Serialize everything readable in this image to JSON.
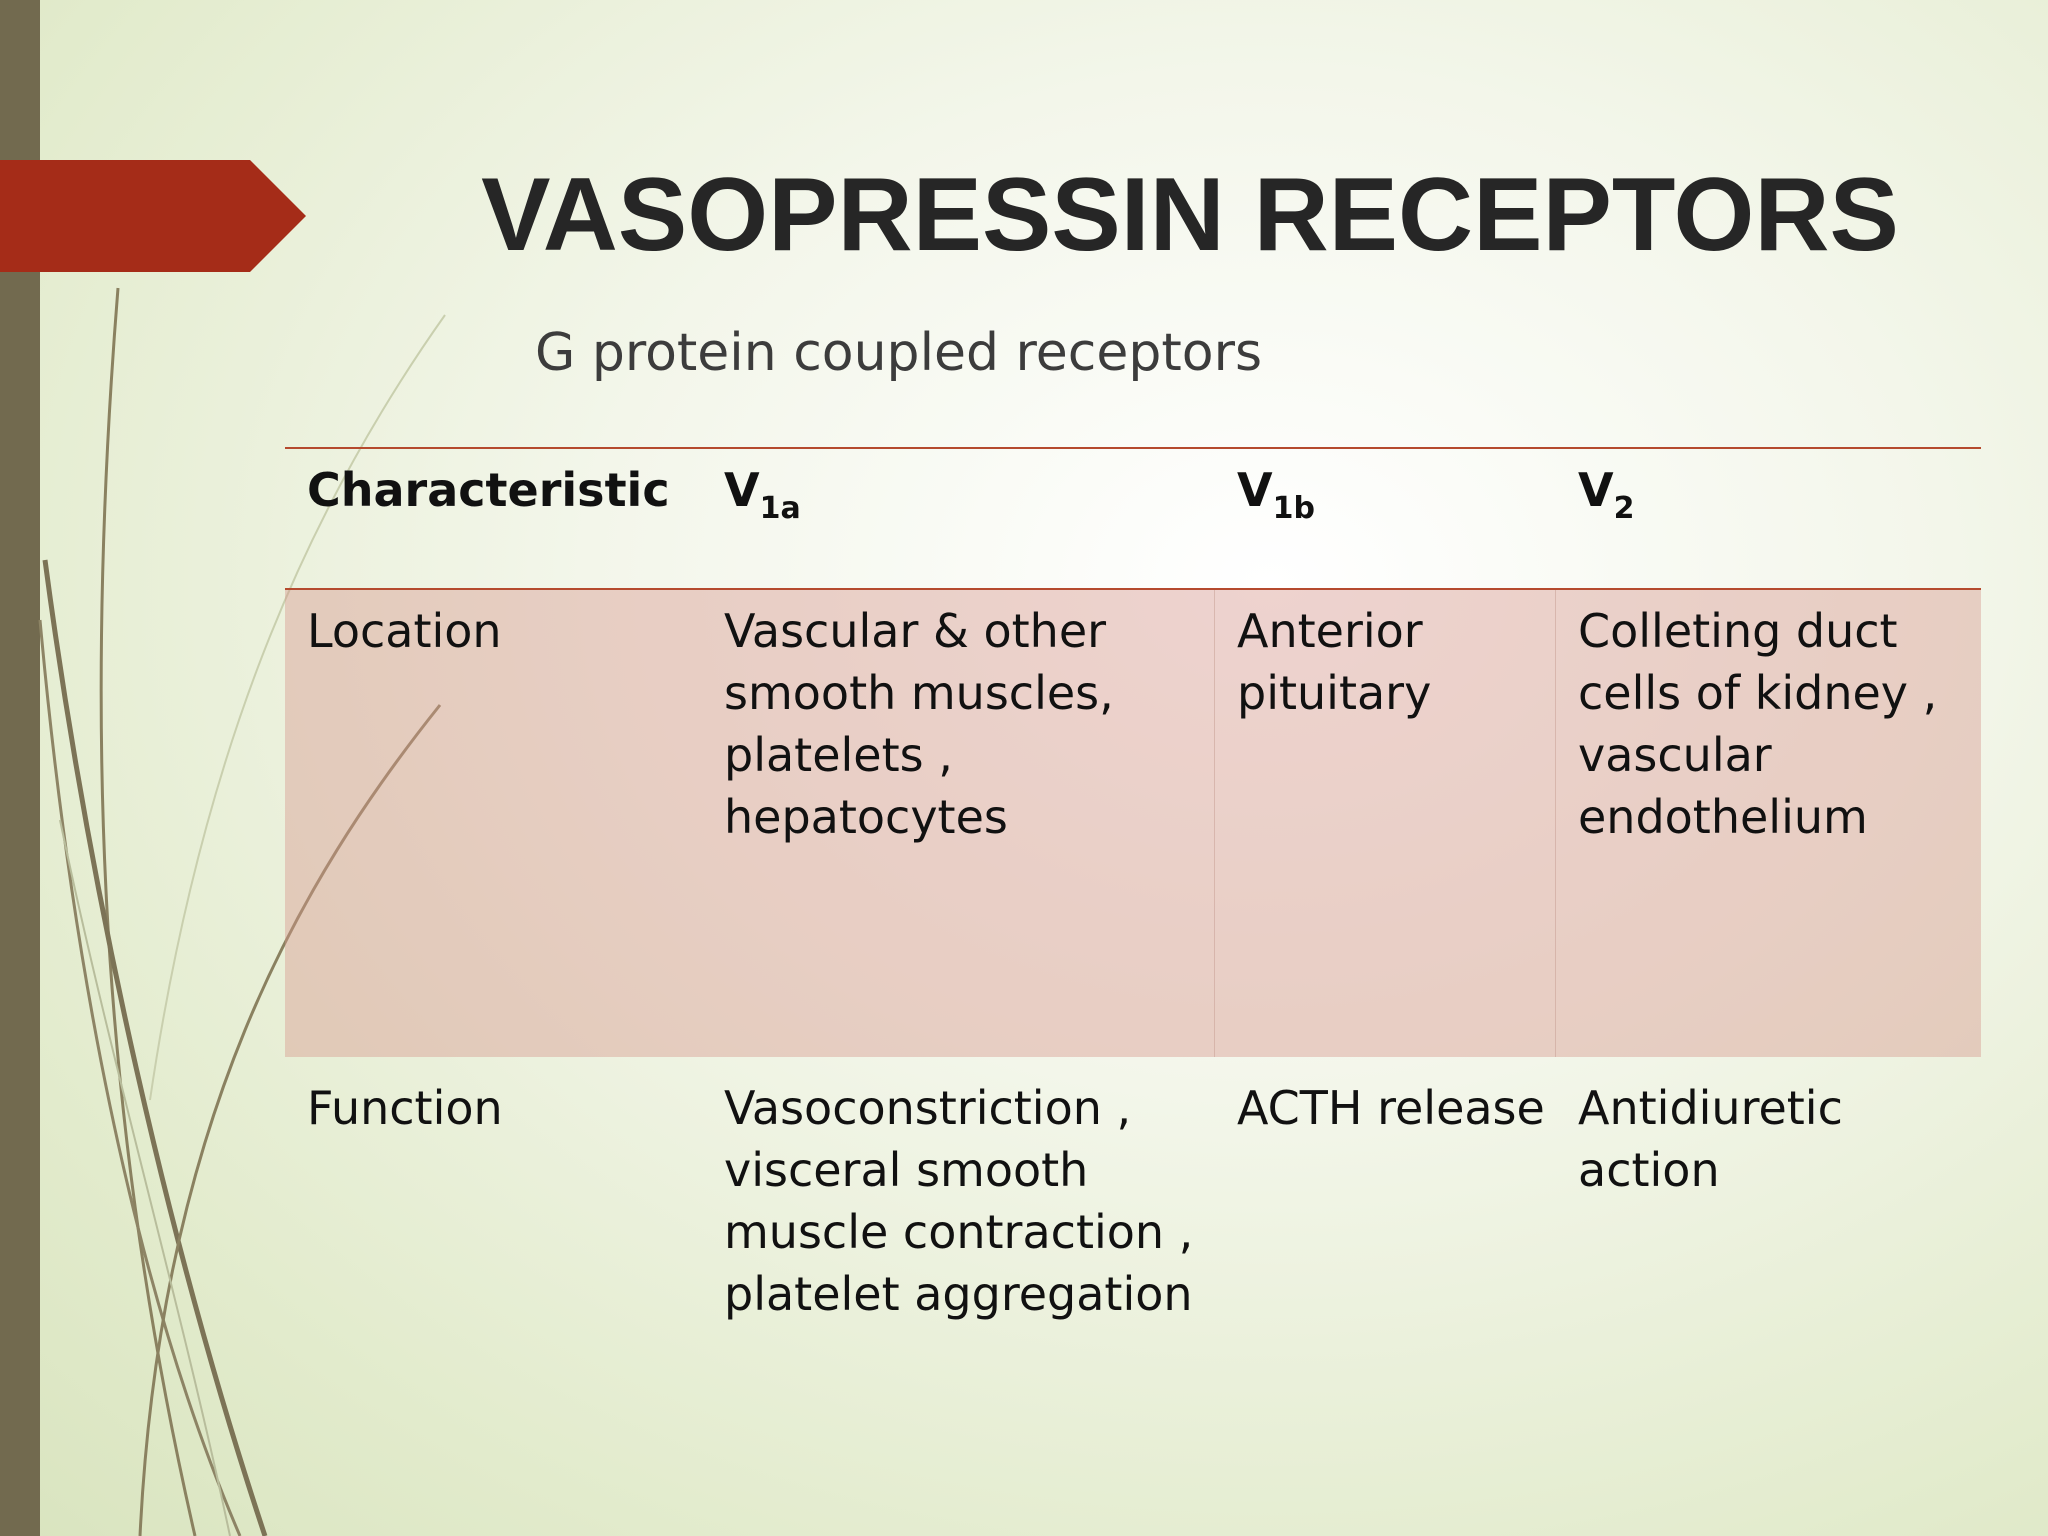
{
  "slide": {
    "title": "VASOPRESSIN RECEPTORS",
    "subtitle": "G protein coupled receptors"
  },
  "colors": {
    "accent": "#a52c18",
    "left_bar": "#726a4f",
    "table_rule": "#b54a2e",
    "location_row_fill": "#e7c7c0"
  },
  "table": {
    "headers": [
      {
        "main": "Characteristic",
        "sub": ""
      },
      {
        "main": "V",
        "sub": "1a"
      },
      {
        "main": "V",
        "sub": "1b"
      },
      {
        "main": "V",
        "sub": "2"
      }
    ],
    "rows": [
      {
        "cells": [
          "Location",
          "Vascular & other smooth muscles, platelets , hepatocytes",
          "Anterior pituitary",
          "Colleting duct cells of kidney , vascular endothelium"
        ]
      },
      {
        "cells": [
          "Function",
          "Vasoconstriction , visceral smooth muscle contraction , platelet aggregation",
          "ACTH release",
          "Antidiuretic action"
        ]
      }
    ]
  }
}
